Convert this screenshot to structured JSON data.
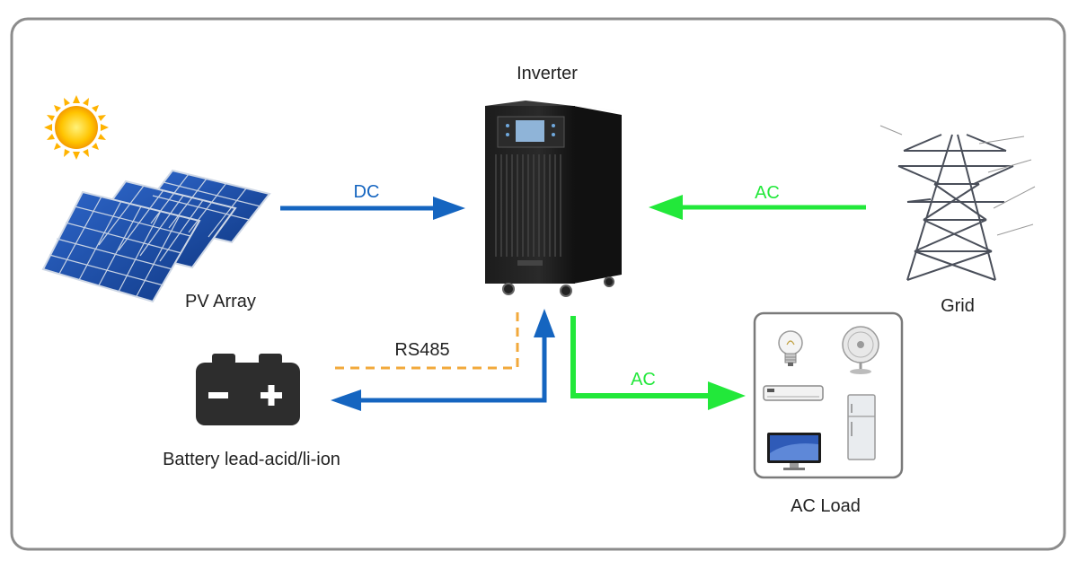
{
  "labels": {
    "inverter": "Inverter",
    "pv_array": "PV Array",
    "grid": "Grid",
    "battery": "Battery lead-acid/li-ion",
    "ac_load": "AC Load"
  },
  "connections": {
    "pv_to_inverter": "DC",
    "grid_to_inverter": "AC",
    "inverter_to_load": "AC",
    "inverter_to_battery_comm": "RS485"
  },
  "colors": {
    "dc_blue": "#1565c0",
    "ac_green": "#22e83a",
    "rs485_orange": "#f2a93b",
    "frame_border": "#8c8c8c"
  },
  "icons": {
    "sun": "sun-icon",
    "solar_panels": "solar-panel-icon",
    "inverter": "inverter-cabinet-icon",
    "tower": "power-tower-icon",
    "battery": "battery-icon",
    "bulb": "light-bulb-icon",
    "fan": "fan-icon",
    "air_conditioner": "air-conditioner-icon",
    "monitor": "monitor-icon",
    "fridge": "refrigerator-icon"
  }
}
